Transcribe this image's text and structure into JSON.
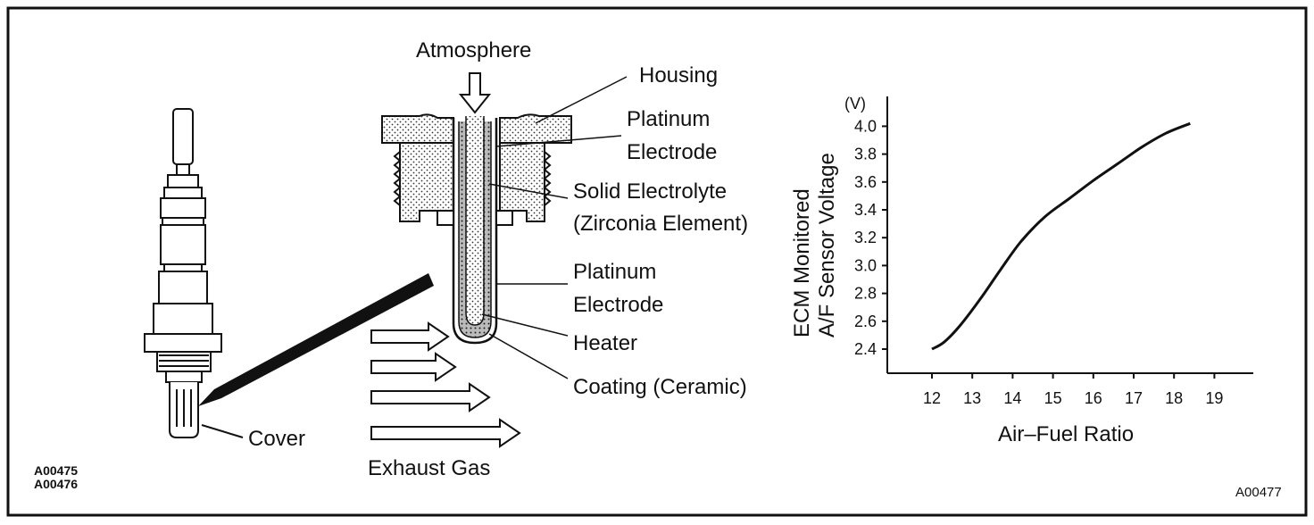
{
  "sensor": {
    "cover_label": "Cover",
    "ref_codes": [
      "A00475",
      "A00476"
    ]
  },
  "cross_section": {
    "labels": {
      "atmosphere": "Atmosphere",
      "housing": "Housing",
      "platinum_top_1": "Platinum",
      "platinum_top_2": "Electrode",
      "solid_1": "Solid Electrolyte",
      "solid_2": "(Zirconia Element)",
      "platinum_bot_1": "Platinum",
      "platinum_bot_2": "Electrode",
      "heater": "Heater",
      "coating": "Coating (Ceramic)",
      "exhaust": "Exhaust Gas"
    }
  },
  "chart_data": {
    "type": "line",
    "xlabel": "Air–Fuel Ratio",
    "ylabel_line1": "ECM Monitored",
    "ylabel_line2": "A/F Sensor Voltage",
    "y_unit": "(V)",
    "xlim": [
      11,
      20
    ],
    "ylim": [
      2.2,
      4.2
    ],
    "x_ticks": [
      12,
      13,
      14,
      15,
      16,
      17,
      18,
      19
    ],
    "y_ticks": [
      2.4,
      2.6,
      2.8,
      3.0,
      3.2,
      3.4,
      3.6,
      3.8,
      4.0
    ],
    "y_tick_labels": [
      "2.4",
      "2.6",
      "2.8",
      "3.0",
      "3.2",
      "3.4",
      "3.6",
      "3.8",
      "4.0"
    ],
    "series": [
      {
        "x": [
          12.0,
          12.3,
          12.7,
          13.2,
          13.7,
          14.2,
          14.8,
          15.4,
          16.0,
          16.6,
          17.2,
          17.8,
          18.4
        ],
        "y": [
          2.4,
          2.45,
          2.57,
          2.76,
          2.97,
          3.17,
          3.35,
          3.48,
          3.61,
          3.73,
          3.85,
          3.95,
          4.02
        ]
      }
    ],
    "ref_code": "A00477"
  }
}
